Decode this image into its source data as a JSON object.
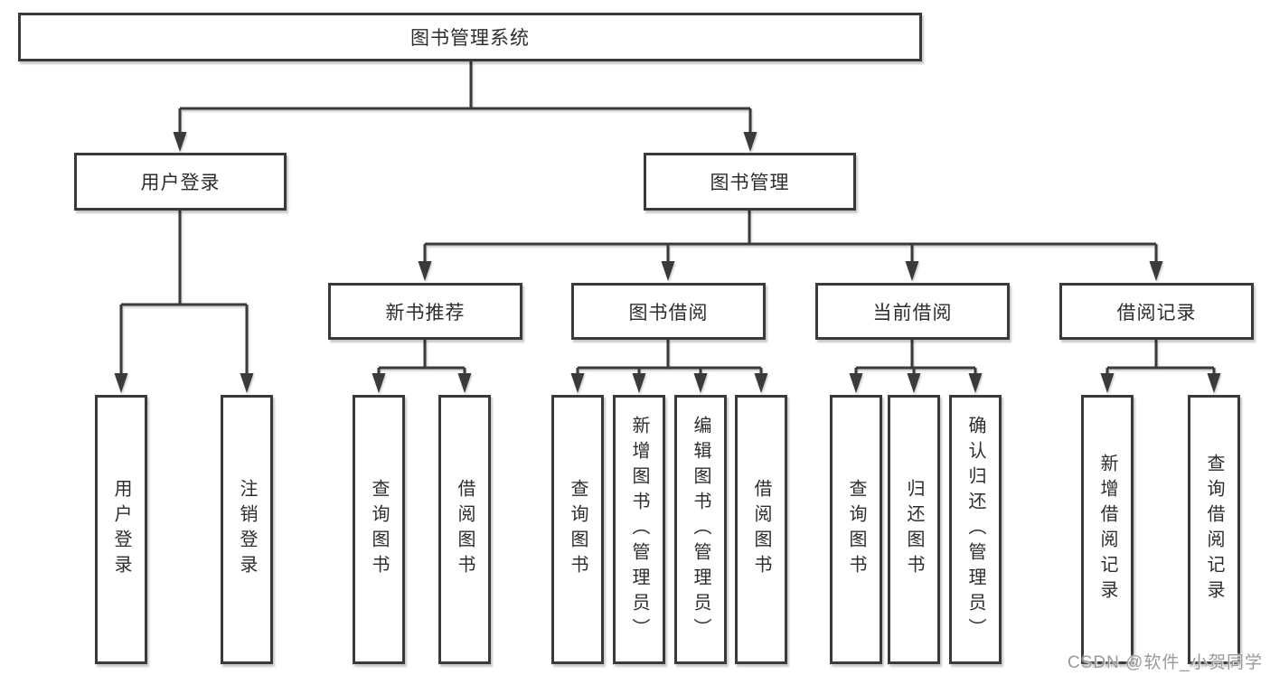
{
  "diagram": {
    "type": "hierarchy-tree",
    "tree": {
      "label": "图书管理系统",
      "children": [
        {
          "label": "用户登录",
          "children": [
            {
              "label": "用户登录"
            },
            {
              "label": "注销登录"
            }
          ]
        },
        {
          "label": "图书管理",
          "children": [
            {
              "label": "新书推荐",
              "children": [
                {
                  "label": "查询图书"
                },
                {
                  "label": "借阅图书"
                }
              ]
            },
            {
              "label": "图书借阅",
              "children": [
                {
                  "label": "查询图书"
                },
                {
                  "label": "新增图书（管理员）"
                },
                {
                  "label": "编辑图书（管理员）"
                },
                {
                  "label": "借阅图书"
                }
              ]
            },
            {
              "label": "当前借阅",
              "children": [
                {
                  "label": "查询图书"
                },
                {
                  "label": "归还图书"
                },
                {
                  "label": "确认归还（管理员）"
                }
              ]
            },
            {
              "label": "借阅记录",
              "children": [
                {
                  "label": "新增借阅记录"
                },
                {
                  "label": "查询借阅记录"
                }
              ]
            }
          ]
        }
      ]
    },
    "colors": {
      "background": "#ffffff",
      "box_fill": "#ffffff",
      "box_border": "#3a3a3a",
      "line": "#3a3a3a",
      "text": "#2d2d2d",
      "watermark": "#9a9a9a"
    }
  },
  "watermark": {
    "text": "CSDN @软件_小贺同学"
  }
}
